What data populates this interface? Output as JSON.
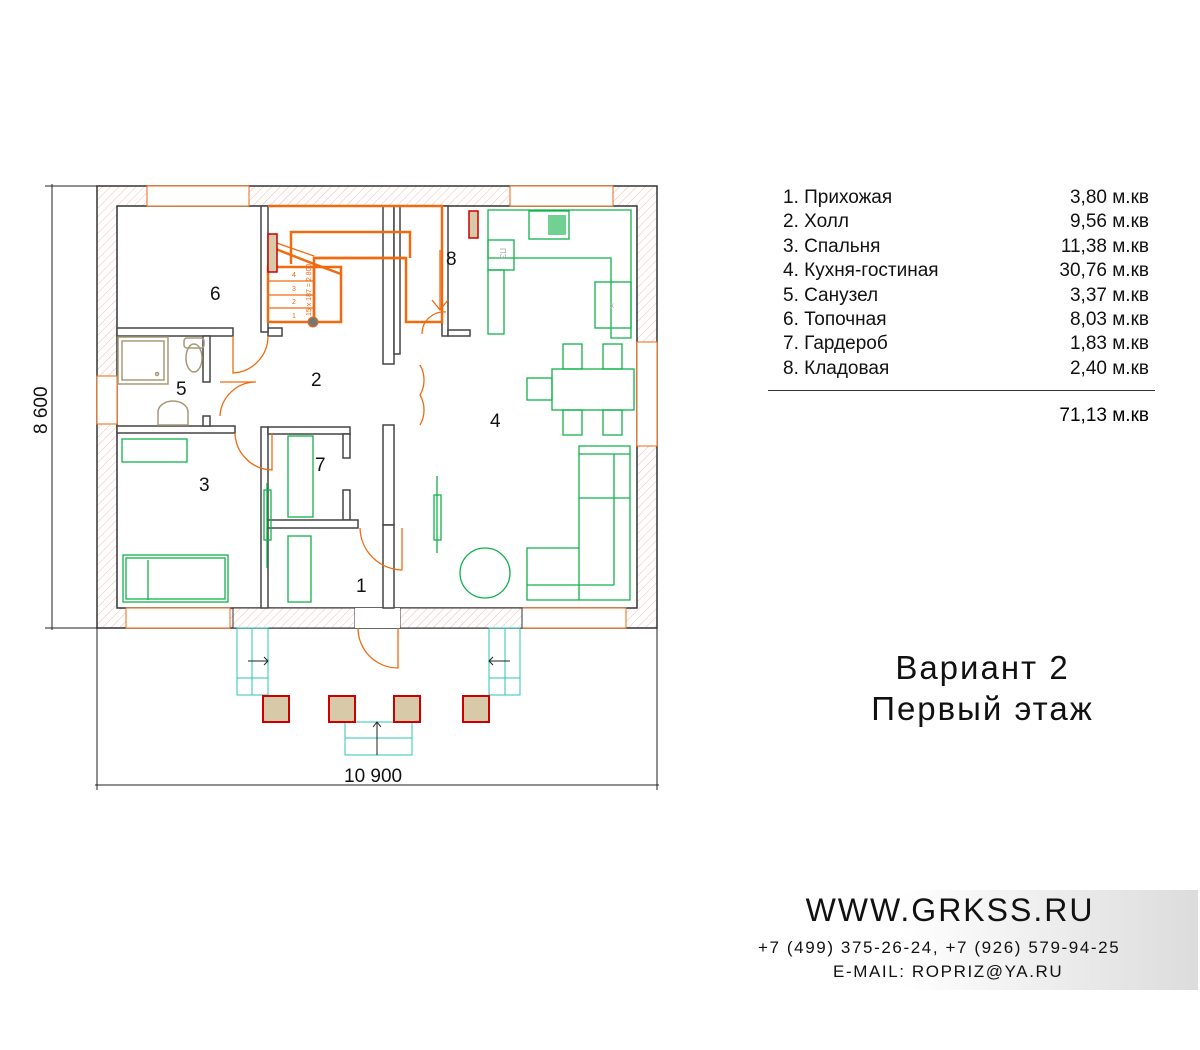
{
  "plan": {
    "room_numbers": [
      "1",
      "2",
      "3",
      "4",
      "5",
      "6",
      "7",
      "8"
    ],
    "stair_label": "15 x 187 = 2 800",
    "stair_steps": [
      "1",
      "2",
      "3",
      "4"
    ],
    "stove_label": "ПЗ",
    "dim_height": "8 600",
    "dim_width": "10 900"
  },
  "rooms": [
    {
      "name": "1. Прихожая",
      "area": "3,80 м.кв"
    },
    {
      "name": "2. Холл",
      "area": "9,56 м.кв"
    },
    {
      "name": "3. Спальня",
      "area": "11,38 м.кв"
    },
    {
      "name": "4. Кухня-гостиная",
      "area": "30,76 м.кв"
    },
    {
      "name": "5. Санузел",
      "area": "3,37 м.кв"
    },
    {
      "name": "6. Топочная",
      "area": "8,03 м.кв"
    },
    {
      "name": "7. Гардероб",
      "area": "1,83 м.кв"
    },
    {
      "name": "8. Кладовая",
      "area": "2,40 м.кв"
    }
  ],
  "total_area": "71,13 м.кв",
  "title": {
    "line1": "Вариант 2",
    "line2": "Первый этаж"
  },
  "contacts": {
    "site": "WWW.GRKSS.RU",
    "phones": "+7 (499) 375-26-24, +7 (926) 579-94-25",
    "email": "E-MAIL: ROPRIZ@YA.RU"
  },
  "colors": {
    "walls": "#333333",
    "doors": "#f26a10",
    "furniture": "#10b24a",
    "hatch": "#f4b8b0"
  }
}
